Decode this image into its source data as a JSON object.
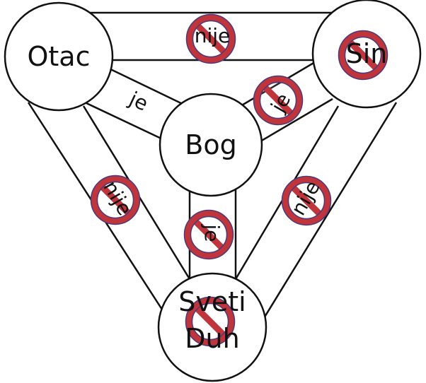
{
  "nodes": {
    "father": "Otac",
    "son": "Sin",
    "god": "Bog",
    "spirit_1": "Sveti",
    "spirit_2": "Duh"
  },
  "edges": {
    "father_son": "nije",
    "father_god": "je",
    "son_god": "je",
    "father_spirit": "nije",
    "god_spirit": "je",
    "son_spirit": "nije"
  },
  "colors": {
    "prohibition": "#c0343c"
  }
}
